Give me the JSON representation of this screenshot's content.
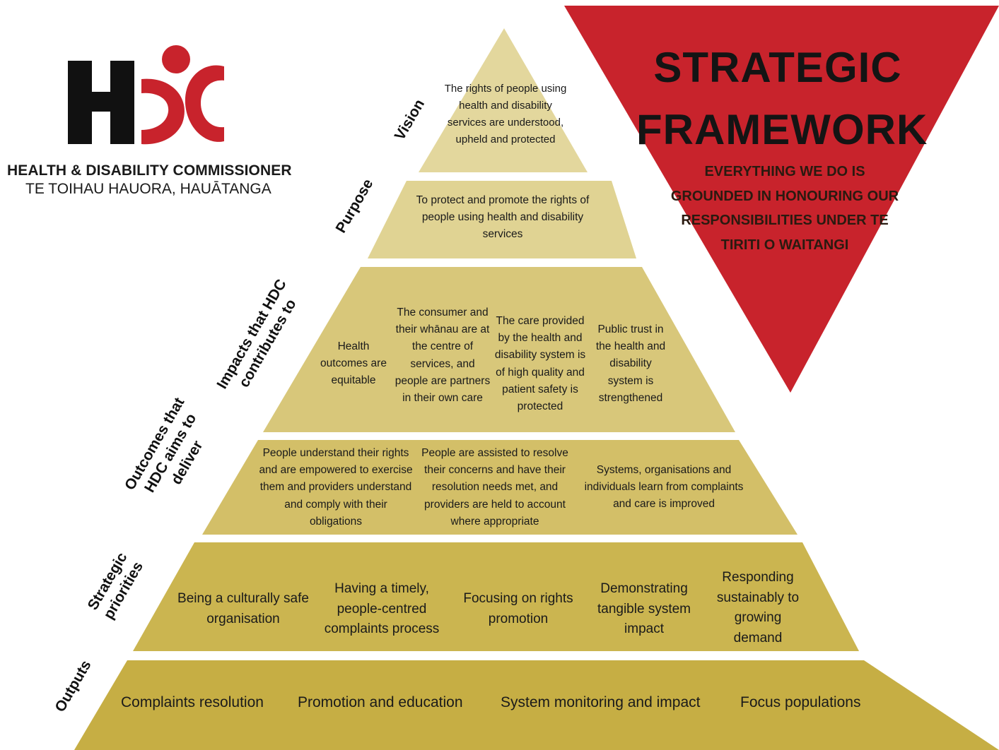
{
  "logo": {
    "org_name": "HEALTH & DISABILITY COMMISSIONER",
    "org_name_maori": "TE TOIHAU HAUORA, HAUĀTANGA"
  },
  "banner": {
    "title_line1": "STRATEGIC",
    "title_line2": "FRAMEWORK",
    "subtitle": "EVERYTHING WE DO IS GROUNDED IN HONOURING OUR RESPONSIBILITIES UNDER TE TIRITI O WAITANGI"
  },
  "side_labels": {
    "vision": "Vision",
    "purpose": "Purpose",
    "impacts": "Impacts that HDC contributes to",
    "outcomes": "Outcomes that HDC aims to deliver",
    "priorities": "Strategic priorities",
    "outputs": "Outputs"
  },
  "pyramid": {
    "vision": "The rights of people using health and disability services are understood, upheld and protected",
    "purpose": "To protect and promote the rights of people using health and disability services",
    "impacts": [
      "Health outcomes are equitable",
      "The consumer and their whānau are at the centre of services, and people are partners in their own care",
      "The care provided by the health and disability system is of high quality and patient safety is protected",
      "Public trust in the health and disability system is strengthened"
    ],
    "outcomes": [
      "People understand their rights and are empowered to exercise them and providers understand and comply with their obligations",
      "People are assisted to resolve their concerns and have their resolution needs met, and providers are held to account where appropriate",
      "Systems, organisations and individuals learn from complaints and care is improved"
    ],
    "priorities": [
      "Being a culturally safe organisation",
      "Having a timely, people-centred complaints process",
      "Focusing on rights promotion",
      "Demonstrating tangible system impact",
      "Responding sustainably to growing demand"
    ],
    "outputs": [
      "Complaints resolution",
      "Promotion and education",
      "System monitoring and impact",
      "Focus populations"
    ]
  },
  "colors": {
    "brand_red": "#c8232c",
    "logo_black": "#111111",
    "tier_vision": "#e3d79d",
    "tier_purpose": "#e0d393",
    "tier_impacts": "#d8c77a",
    "tier_outcomes": "#d3bf68",
    "tier_priorities": "#cbb550",
    "tier_outputs": "#c6ae44"
  }
}
